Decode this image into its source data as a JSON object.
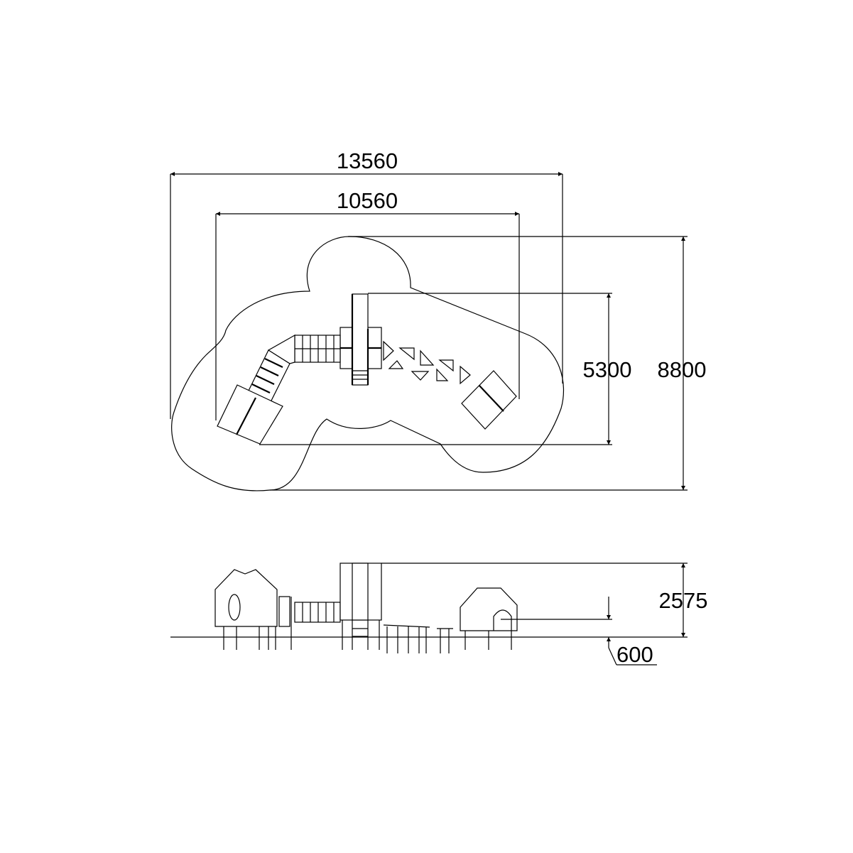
{
  "drawing": {
    "plan_view": {
      "dimensions": {
        "overall_length": "13560",
        "equipment_length": "10560",
        "equipment_width": "5300",
        "overall_width": "8800"
      }
    },
    "elevation_view": {
      "dimensions": {
        "max_height": "2575",
        "platform_height": "600"
      }
    },
    "colors": {
      "line": "#000000",
      "background": "#ffffff"
    }
  }
}
